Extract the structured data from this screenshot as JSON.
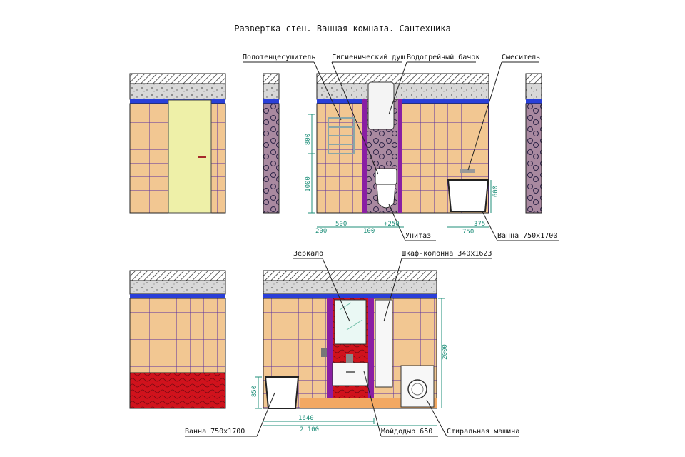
{
  "title": "Развертка стен. Ванная комната. Сантехника",
  "labels": {
    "towel_dryer": "Полотенцесушитель",
    "hygienic_shower": "Гигиенический душ",
    "water_heater": "Водогрейный бачок",
    "mixer": "Смеситель",
    "toilet": "Унитаз",
    "bath_top": "Ванна  750х1700",
    "mirror": "Зеркало",
    "cabinet": "Шкаф-колонна  340х1623",
    "bath_bottom": "Ванна  750х1700",
    "sink": "Мойдодыр  650",
    "washer": "Стиральная машина"
  },
  "dimensions": {
    "d800_left": "800",
    "d1000": "1000",
    "d200": "200",
    "d500": "500",
    "d100": "100",
    "d250": "+250",
    "d375": "375",
    "d750": "750",
    "d600": "600",
    "d850": "850",
    "d1640": "1640",
    "d2100": "2 100",
    "d2000": "2000"
  },
  "colors": {
    "tile": "#f2c792",
    "grout": "#5a2fa0",
    "purple_pipe": "#8a1fa3",
    "blue_band": "#2a3fd8",
    "concrete": "#d8d8d8",
    "door": "#eef0a8",
    "red_tile": "#d0121c",
    "dim": "#1f8f7a",
    "leader": "#222222"
  }
}
